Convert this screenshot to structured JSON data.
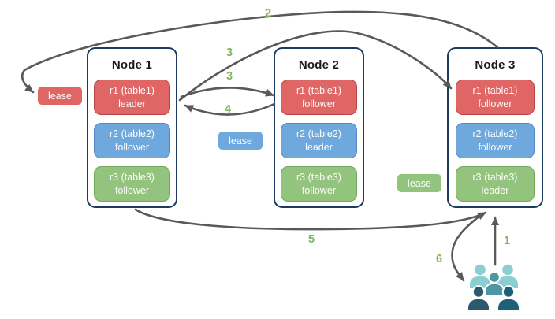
{
  "nodes": [
    {
      "title": "Node 1",
      "replicas": [
        {
          "line1": "r1 (table1)",
          "line2": "leader",
          "color": "red"
        },
        {
          "line1": "r2 (table2)",
          "line2": "follower",
          "color": "blue"
        },
        {
          "line1": "r3 (table3)",
          "line2": "follower",
          "color": "green"
        }
      ]
    },
    {
      "title": "Node 2",
      "replicas": [
        {
          "line1": "r1 (table1)",
          "line2": "follower",
          "color": "red"
        },
        {
          "line1": "r2 (table2)",
          "line2": "leader",
          "color": "blue"
        },
        {
          "line1": "r3 (table3)",
          "line2": "follower",
          "color": "green"
        }
      ]
    },
    {
      "title": "Node 3",
      "replicas": [
        {
          "line1": "r1 (table1)",
          "line2": "follower",
          "color": "red"
        },
        {
          "line1": "r2 (table2)",
          "line2": "follower",
          "color": "blue"
        },
        {
          "line1": "r3 (table3)",
          "line2": "leader",
          "color": "green"
        }
      ]
    }
  ],
  "leases": [
    {
      "label": "lease",
      "color": "red",
      "near": "Node 1 r1 leader"
    },
    {
      "label": "lease",
      "color": "blue",
      "near": "Node 2 r2 leader"
    },
    {
      "label": "lease",
      "color": "green",
      "near": "Node 3 r3 leader"
    }
  ],
  "steps": {
    "s1": "1",
    "s2": "2",
    "s3a": "3",
    "s3b": "3",
    "s4": "4",
    "s5": "5",
    "s6": "6"
  },
  "arrows": [
    {
      "label": "1",
      "from": "user-group",
      "to": "Node 3 bottom"
    },
    {
      "label": "2",
      "from": "Node 3 top",
      "to": "red lease tag"
    },
    {
      "label": "3",
      "from": "Node 1 r1 leader",
      "to": "Node 2 r1 follower"
    },
    {
      "label": "3",
      "from": "Node 1 r1 leader",
      "to": "Node 3 r1 follower"
    },
    {
      "label": "4",
      "from": "Node 2 r1 follower",
      "to": "Node 1 r1 leader"
    },
    {
      "label": "5",
      "from": "Node 1 bottom",
      "to": "Node 3 bottom"
    },
    {
      "label": "6",
      "from": "Node 3 bottom",
      "to": "user-group"
    }
  ],
  "icons": [
    {
      "name": "user-group-icon"
    }
  ],
  "colors": {
    "red_fill": "#e06666",
    "red_border": "#b94444",
    "blue_fill": "#6fa8dc",
    "blue_border": "#5489c6",
    "green_fill": "#93c47d",
    "green_border": "#73a95c",
    "node_border": "#1f3a5f",
    "arrow": "#595959",
    "step_label": "#82b55f",
    "people_light": "#8ccfd3",
    "people_mid": "#4d96a4",
    "people_dark_left": "#2c5a6d",
    "people_dark_right": "#1e6078"
  }
}
